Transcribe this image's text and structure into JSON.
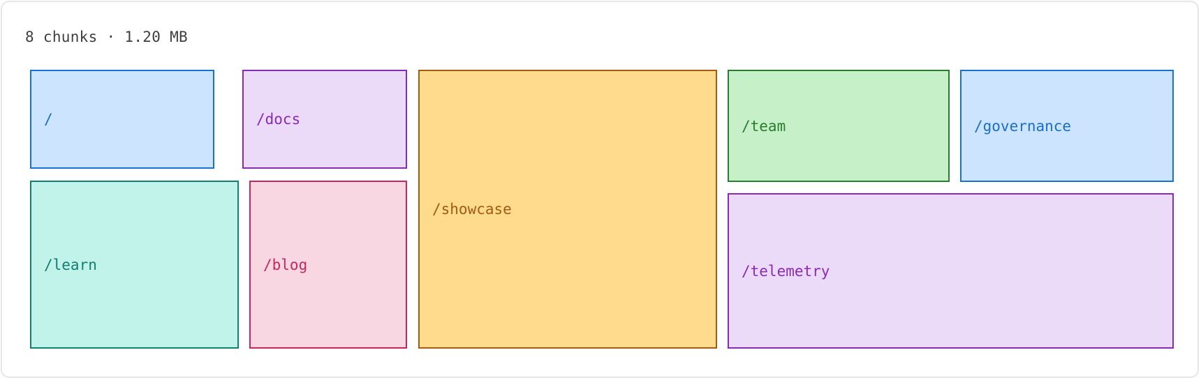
{
  "summary": {
    "text": "8 chunks · 1.20 MB"
  },
  "chunks": [
    {
      "id": "root",
      "label": "/",
      "fill": "#cce4fd",
      "border": "#1872d6",
      "text": "#1a6fc9"
    },
    {
      "id": "docs",
      "label": "/docs",
      "fill": "#ebdbf8",
      "border": "#8a2ab8",
      "text": "#8a2ab8"
    },
    {
      "id": "showcase",
      "label": "/showcase",
      "fill": "#fedb8d",
      "border": "#a85a10",
      "text": "#a35a14"
    },
    {
      "id": "team",
      "label": "/team",
      "fill": "#c6f1c8",
      "border": "#2a7c2f",
      "text": "#2a7c2f"
    },
    {
      "id": "governance",
      "label": "/governance",
      "fill": "#cce4fd",
      "border": "#1872d6",
      "text": "#1a6fc9"
    },
    {
      "id": "learn",
      "label": "/learn",
      "fill": "#c1f3ea",
      "border": "#118070",
      "text": "#118070"
    },
    {
      "id": "blog",
      "label": "/blog",
      "fill": "#f8d6e2",
      "border": "#c8275c",
      "text": "#c8275c"
    },
    {
      "id": "telemetry",
      "label": "/telemetry",
      "fill": "#ebdbf8",
      "border": "#8a2ab8",
      "text": "#8a2ab8"
    }
  ]
}
